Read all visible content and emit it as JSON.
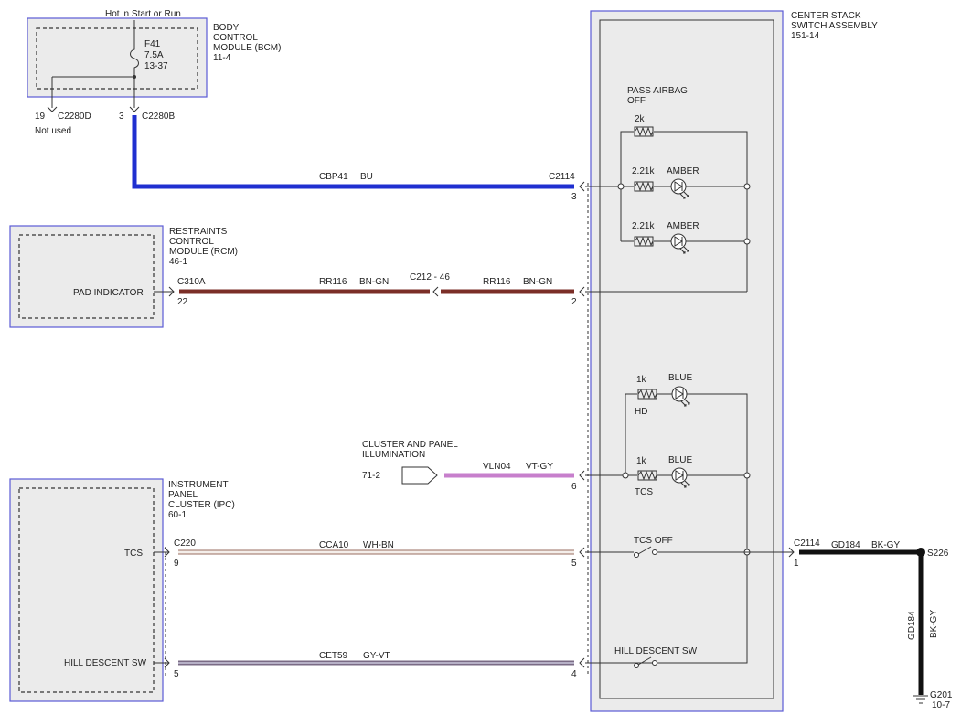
{
  "hot_label": "Hot in Start or Run",
  "bcm": {
    "name": [
      "BODY",
      "CONTROL",
      "MODULE (BCM)",
      "11-4"
    ]
  },
  "fuse": {
    "name": "F41",
    "rating": "7.5A",
    "ref": "13-37"
  },
  "bcm_pins": {
    "pin19": "19",
    "conn_d": "C2280D",
    "pin3": "3",
    "conn_b": "C2280B",
    "not_used": "Not used"
  },
  "center_stack": {
    "name": [
      "CENTER STACK",
      "SWITCH ASSEMBLY",
      "151-14"
    ]
  },
  "rcm": {
    "name": [
      "RESTRAINTS",
      "CONTROL",
      "MODULE (RCM)",
      "46-1"
    ],
    "pad": "PAD INDICATOR",
    "conn": "C310A",
    "pin": "22"
  },
  "ipc": {
    "name": [
      "INSTRUMENT",
      "PANEL",
      "CLUSTER (IPC)",
      "60-1"
    ],
    "tcs": "TCS",
    "hill": "HILL DESCENT SW",
    "conn": "C220",
    "pin_tcs": "9",
    "pin_hill": "5"
  },
  "wires": {
    "cbp41": {
      "circuit": "CBP41",
      "color": "BU",
      "conn": "C2114",
      "pin": "3"
    },
    "rr116a": {
      "circuit": "RR116",
      "color": "BN-GN"
    },
    "rr116b": {
      "circuit": "RR116",
      "color": "BN-GN",
      "pin": "2"
    },
    "c212": "C212 - 46",
    "vln04": {
      "circuit": "VLN04",
      "color": "VT-GY",
      "pin": "6"
    },
    "cca10": {
      "circuit": "CCA10",
      "color": "WH-BN",
      "pin": "5"
    },
    "cet59": {
      "circuit": "CET59",
      "color": "GY-VT",
      "pin": "4"
    },
    "gd184_h": {
      "circuit": "GD184",
      "color": "BK-GY",
      "conn": "C2114",
      "pin": "1"
    },
    "gd184_v": {
      "circuit": "GD184",
      "color": "BK-GY"
    }
  },
  "cluster_illum": {
    "name": [
      "CLUSTER AND PANEL",
      "ILLUMINATION"
    ],
    "ref": "71-2"
  },
  "airbag": {
    "name": [
      "PASS AIRBAG",
      "OFF"
    ],
    "r_2k": "2k",
    "r_221a": "2.21k",
    "amber_a": "AMBER",
    "r_221b": "2.21k",
    "amber_b": "AMBER"
  },
  "hd": {
    "r": "1k",
    "color": "BLUE",
    "label": "HD"
  },
  "tcs_led": {
    "r": "1k",
    "color": "BLUE",
    "label": "TCS"
  },
  "switches": {
    "tcs_off": "TCS OFF",
    "hill": "HILL DESCENT SW"
  },
  "splice": {
    "name": "S226"
  },
  "ground": {
    "name": "G201",
    "ref": "10-7"
  },
  "wire_colors": {
    "blue": "#1f2fd0",
    "brown": "#7b2e27",
    "violet": "#c77fcc",
    "whbn": "#c9b3a8",
    "gyvt": "#8e8fb2",
    "black": "#111111",
    "module_border": "#5b5bd6"
  }
}
